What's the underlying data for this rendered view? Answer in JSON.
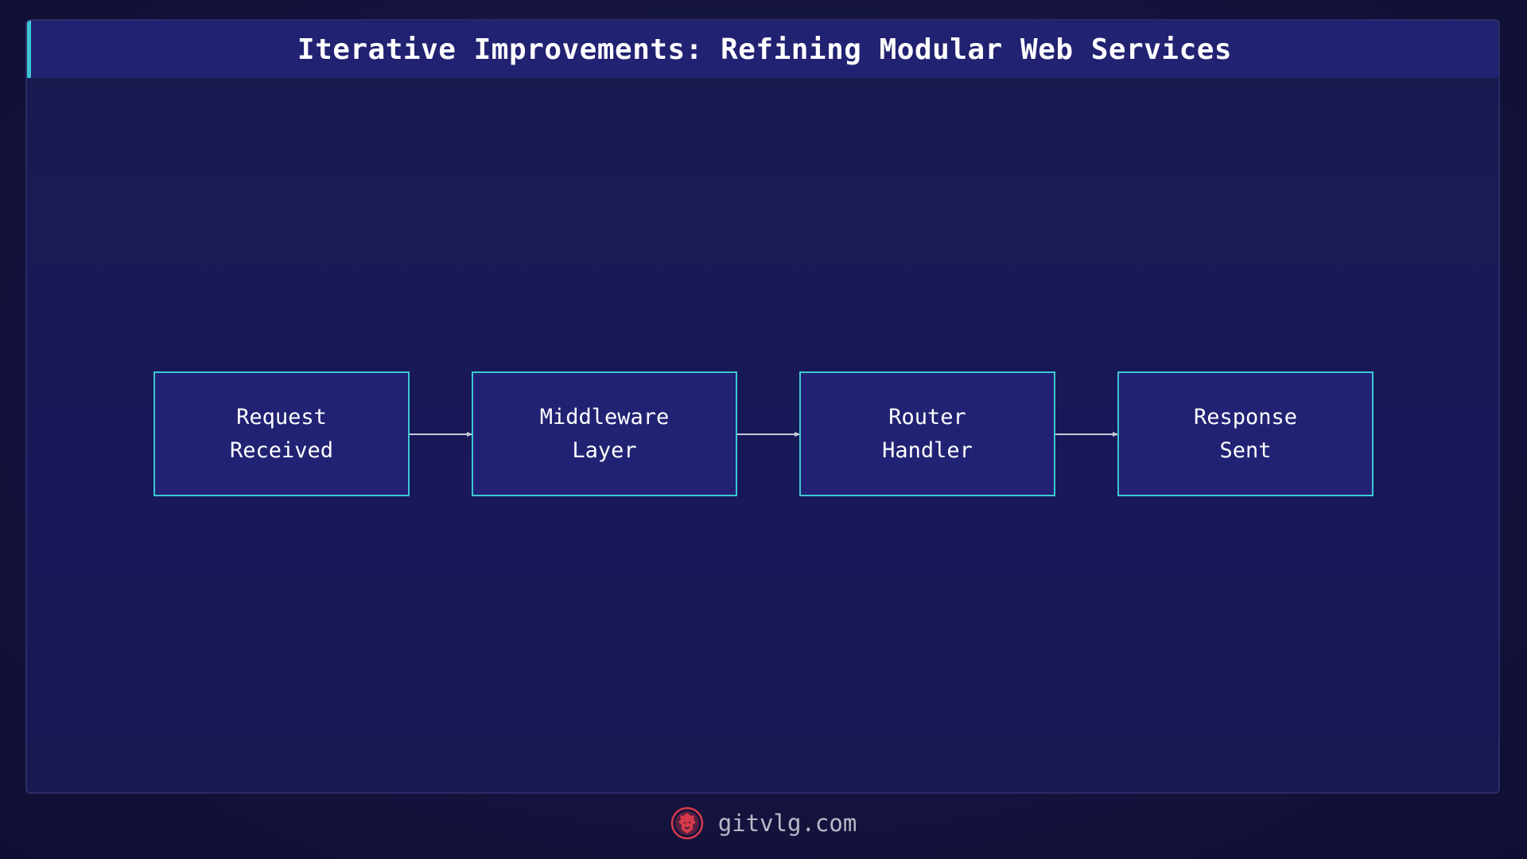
{
  "title": "Iterative Improvements: Refining Modular Web Services",
  "nodes": [
    {
      "label": "Request\nReceived"
    },
    {
      "label": "Middleware\nLayer"
    },
    {
      "label": "Router\nHandler"
    },
    {
      "label": "Response\nSent"
    }
  ],
  "edges": [
    {
      "from": 0,
      "to": 1
    },
    {
      "from": 1,
      "to": 2
    },
    {
      "from": 2,
      "to": 3
    }
  ],
  "footer": {
    "site": "gitvlg.com",
    "logo_icon": "lion-head-icon"
  },
  "colors": {
    "background": "#141440",
    "title_bar": "#222272",
    "accent": "#3cc8d2",
    "node_fill": "#222274",
    "arrow": "#c8c8d8",
    "logo": "#d63a4a"
  }
}
